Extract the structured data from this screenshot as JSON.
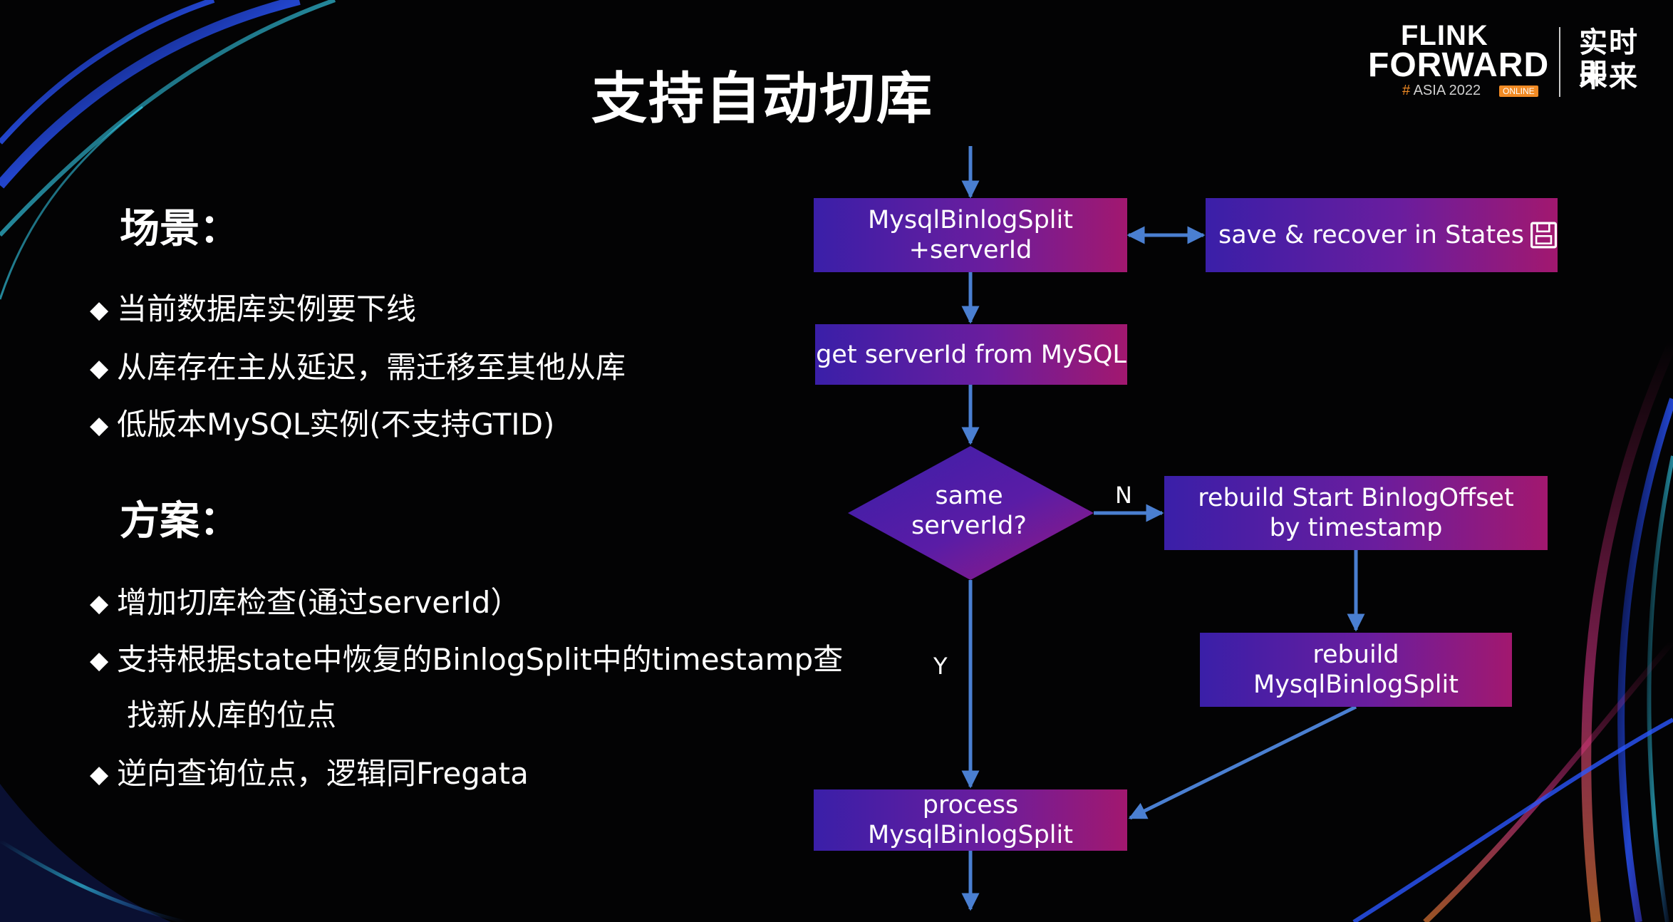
{
  "title": "支持自动切库",
  "logo": {
    "line1": "FLINK",
    "line2": "FORWARD",
    "hash": "#",
    "edition": "ASIA 2022",
    "badge": "ONLINE",
    "slogan_line1": "实时即",
    "slogan_line2": "未来"
  },
  "scenario": {
    "heading": "场景：",
    "items": [
      "当前数据库实例要下线",
      "从库存在主从延迟，需迁移至其他从库",
      "低版本MySQL实例(不支持GTID)"
    ]
  },
  "solution": {
    "heading": "方案：",
    "items": [
      "增加切库检查(通过serverId）",
      "支持根据state中恢复的BinlogSplit中的timestamp查",
      "逆向查询位点，逻辑同Fregata"
    ],
    "item2_continuation": "找新从库的位点"
  },
  "flowchart": {
    "box_split": "MysqlBinlogSplit\n+serverId",
    "box_states": "save & recover in States",
    "box_get_server": "get serverId from MySQL",
    "decision": "same\nserverId?",
    "label_no": "N",
    "label_yes": "Y",
    "box_rebuild_offset": "rebuild Start BinlogOffset\nby timestamp",
    "box_rebuild_split": "rebuild\nMysqlBinlogSplit",
    "box_process": "process\nMysqlBinlogSplit"
  },
  "colors": {
    "background": "#030304",
    "box_gradient_start": "#3a1fa8",
    "box_gradient_end": "#a2186f",
    "arrow": "#4a7fd1",
    "logo_accent": "#f08a24"
  }
}
